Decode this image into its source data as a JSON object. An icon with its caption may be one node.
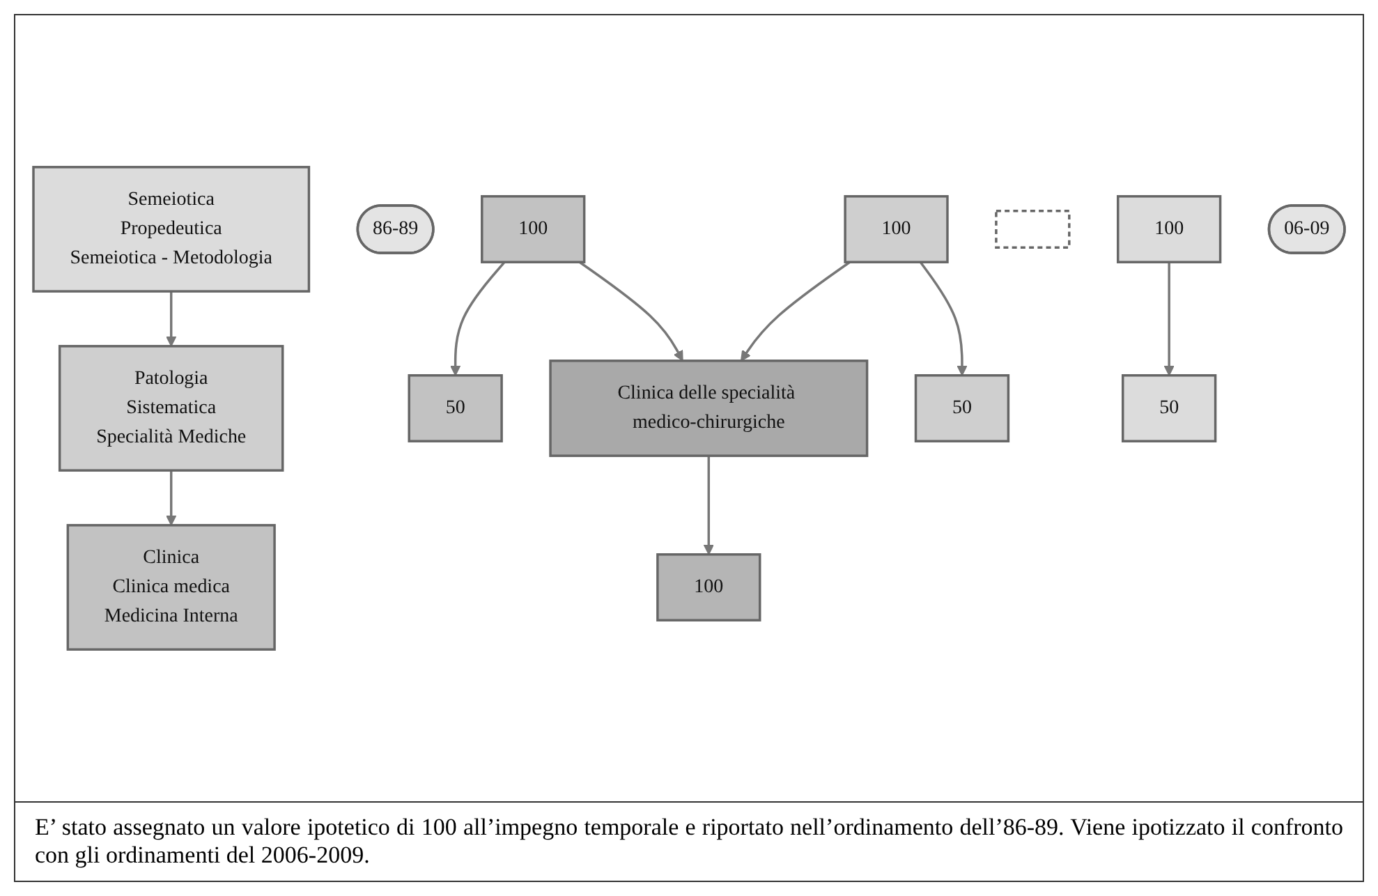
{
  "diagram": {
    "caption": "E’ stato assegnato un valore ipotetico di 100 all’impegno temporale e riportato nell’ordinamento dell’86-89. Viene ipotizzato il confronto con gli ordinamenti del 2006-2009.",
    "nodes": [
      {
        "text": [
          "Semeiotica",
          "Propedeutica",
          "Semeiotica - Metodologia"
        ]
      },
      {
        "text": [
          "Patologia",
          "Sistematica",
          "Specialità Mediche"
        ]
      },
      {
        "text": [
          "Clinica",
          "Clinica medica",
          "Medicina Interna"
        ]
      },
      {
        "text": [
          "86-89"
        ]
      },
      {
        "text": [
          "100"
        ]
      },
      {
        "text": [
          "100"
        ]
      },
      {
        "text": [],
        "shape": "box"
      },
      {
        "text": [
          "100"
        ]
      },
      {
        "text": [
          "Clinica delle specialità medico-chirurgiche"
        ]
      },
      {
        "text": [
          "06-09"
        ]
      },
      {
        "text": [
          "50"
        ]
      },
      {
        "text": [
          "50"
        ]
      },
      {
        "text": [
          "100"
        ]
      },
      {
        "text": [
          "50"
        ]
      }
    ],
    "edges": [
      {
        "from": 0,
        "to": 1,
        "arrow": "to"
      },
      {
        "from": 1,
        "to": 2,
        "arrow": "to"
      },
      {
        "from": 4,
        "to": 10,
        "arrow": "to"
      },
      {
        "from": 5,
        "to": 11,
        "arrow": "to"
      },
      {
        "from": 5,
        "to": 8,
        "arrow": "to"
      },
      {
        "from": 7,
        "to": 8,
        "arrow": "to"
      },
      {
        "from": 7,
        "to": 13,
        "arrow": "to"
      },
      {
        "from": 8,
        "to": 12,
        "arrow": "to"
      }
    ]
  }
}
